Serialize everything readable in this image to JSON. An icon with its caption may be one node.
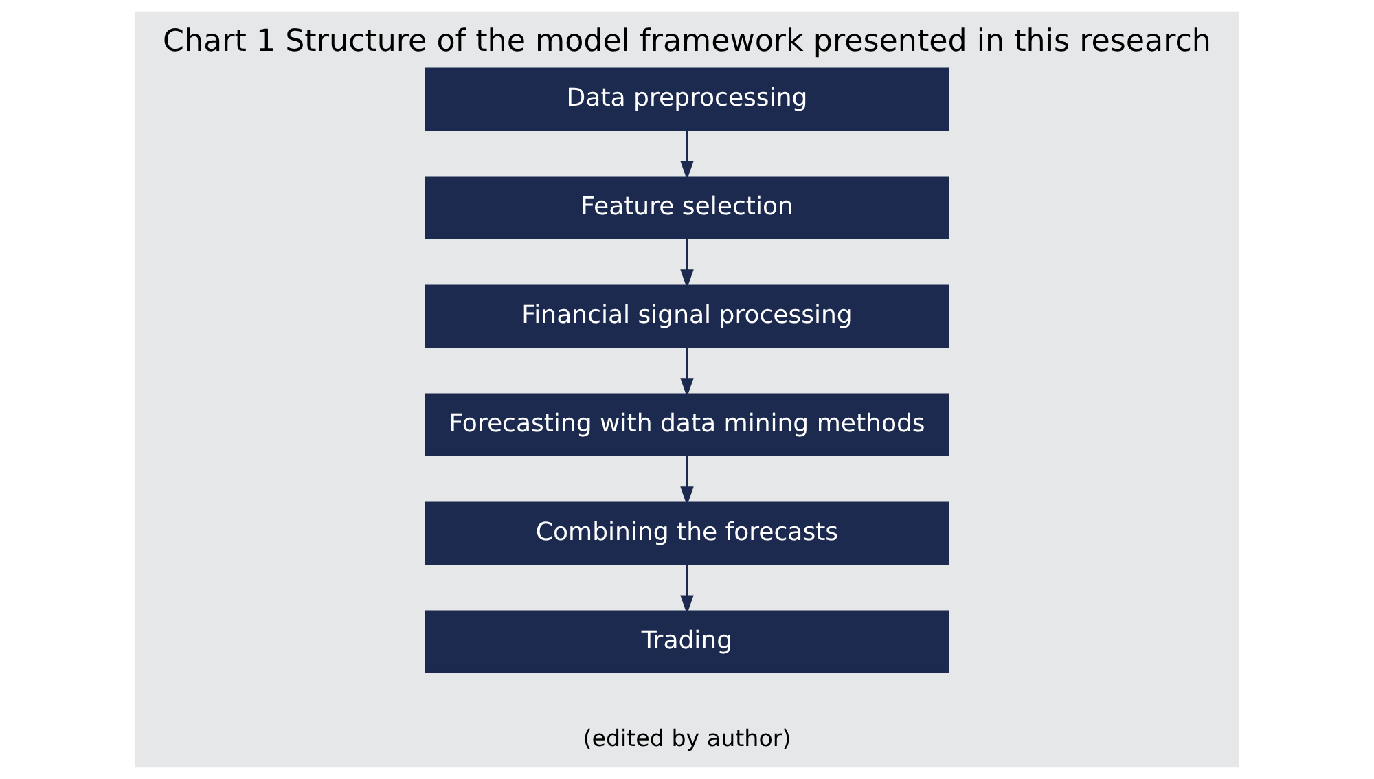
{
  "diagram": {
    "title": "Chart 1 Structure of the model framework presented in this research",
    "caption": "(edited by author)",
    "nodes": [
      {
        "text": [
          "Data preprocessing"
        ]
      },
      {
        "text": [
          "Feature selection"
        ]
      },
      {
        "text": [
          "Financial signal processing"
        ]
      },
      {
        "text": [
          "Forecasting with data mining methods"
        ]
      },
      {
        "text": [
          "Combining the forecasts"
        ]
      },
      {
        "text": [
          "Trading"
        ]
      }
    ],
    "edges": [
      {
        "from": 0,
        "to": 1,
        "arrow": "to"
      },
      {
        "from": 1,
        "to": 2,
        "arrow": "to"
      },
      {
        "from": 2,
        "to": 3,
        "arrow": "to"
      },
      {
        "from": 3,
        "to": 4,
        "arrow": "to"
      },
      {
        "from": 4,
        "to": 5,
        "arrow": "to"
      }
    ]
  }
}
